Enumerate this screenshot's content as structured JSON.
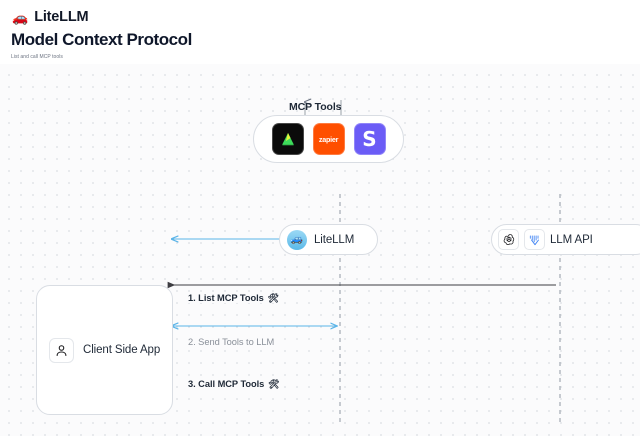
{
  "header": {
    "brand_icon": "🚗",
    "brand_icon_name": "litellm-logo-icon",
    "brand": "LiteLLM",
    "title": "Model Context Protocol",
    "subtitle": "List and call MCP tools"
  },
  "diagram": {
    "mcp_group": {
      "label": "MCP Tools",
      "tools": [
        {
          "name": "anthropic-tool-icon",
          "text": "",
          "color": "#0b0b0b"
        },
        {
          "name": "zapier-tool-icon",
          "text": "zapier",
          "color": "#ff4f00"
        },
        {
          "name": "slack-tool-icon",
          "text": "S",
          "color": "#6b5cf6"
        }
      ]
    },
    "litellm_node": {
      "label": "LiteLLM",
      "icon": "🚙",
      "icon_name": "litellm-node-icon"
    },
    "llm_api_node": {
      "label": "LLM API",
      "icons": [
        {
          "name": "openai-icon"
        },
        {
          "name": "vertex-ai-icon"
        }
      ]
    },
    "client_node": {
      "label": "Client Side App",
      "icon_name": "user-icon"
    },
    "edges": [
      {
        "label": "1. List MCP Tools",
        "emoji": "🛠",
        "tone": "dark"
      },
      {
        "label": "2. Send Tools to LLM",
        "emoji": "",
        "tone": "muted"
      },
      {
        "label": "3. Call MCP Tools",
        "emoji": "🛠",
        "tone": "dark"
      }
    ]
  },
  "colors": {
    "accent_blue": "#5ab4e8",
    "edge_gray": "#3d3d42",
    "lifeline": "#b9bec5",
    "canvas_bg": "#fbfbfc",
    "dot": "#e2e4e8"
  }
}
